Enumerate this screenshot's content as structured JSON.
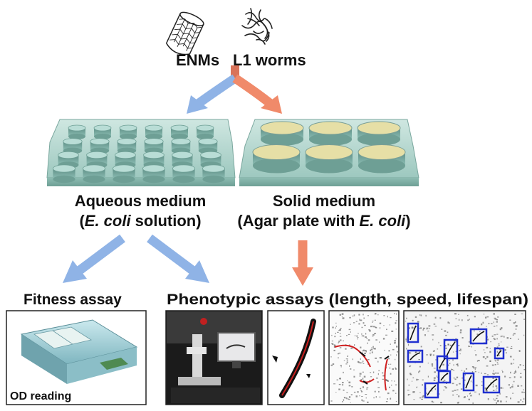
{
  "header": {
    "enms_label": "ENMs",
    "worms_label": "L1 worms"
  },
  "media": {
    "aqueous_title": "Aqueous medium",
    "aqueous_sub_prefix": "(",
    "aqueous_sub_italic": "E. coli",
    "aqueous_sub_suffix": " solution)",
    "solid_title": "Solid medium",
    "solid_sub_prefix": "(Agar plate with ",
    "solid_sub_italic": "E. coli",
    "solid_sub_suffix": ")"
  },
  "assays": {
    "fitness_label": "Fitness assay",
    "phenotypic_label": "Phenotypic assays (length, speed, lifespan)",
    "od_label": "OD reading"
  },
  "colors": {
    "blue_arrow": "#8fb3e6",
    "orange_arrow": "#f08a6a",
    "plate_teal": "#a8d0c8",
    "agar_yellow": "#e6dfa6",
    "detection_box": "#2030d0",
    "worm_track": "#d02020"
  },
  "icons": [
    "nanotube-icon",
    "worm-cluster-icon",
    "well-plate-24-icon",
    "well-plate-6-icon",
    "plate-reader-icon",
    "microscope-photo-icon",
    "worm-segmentation-icon",
    "worm-tracking-icon",
    "worm-detection-icon"
  ]
}
